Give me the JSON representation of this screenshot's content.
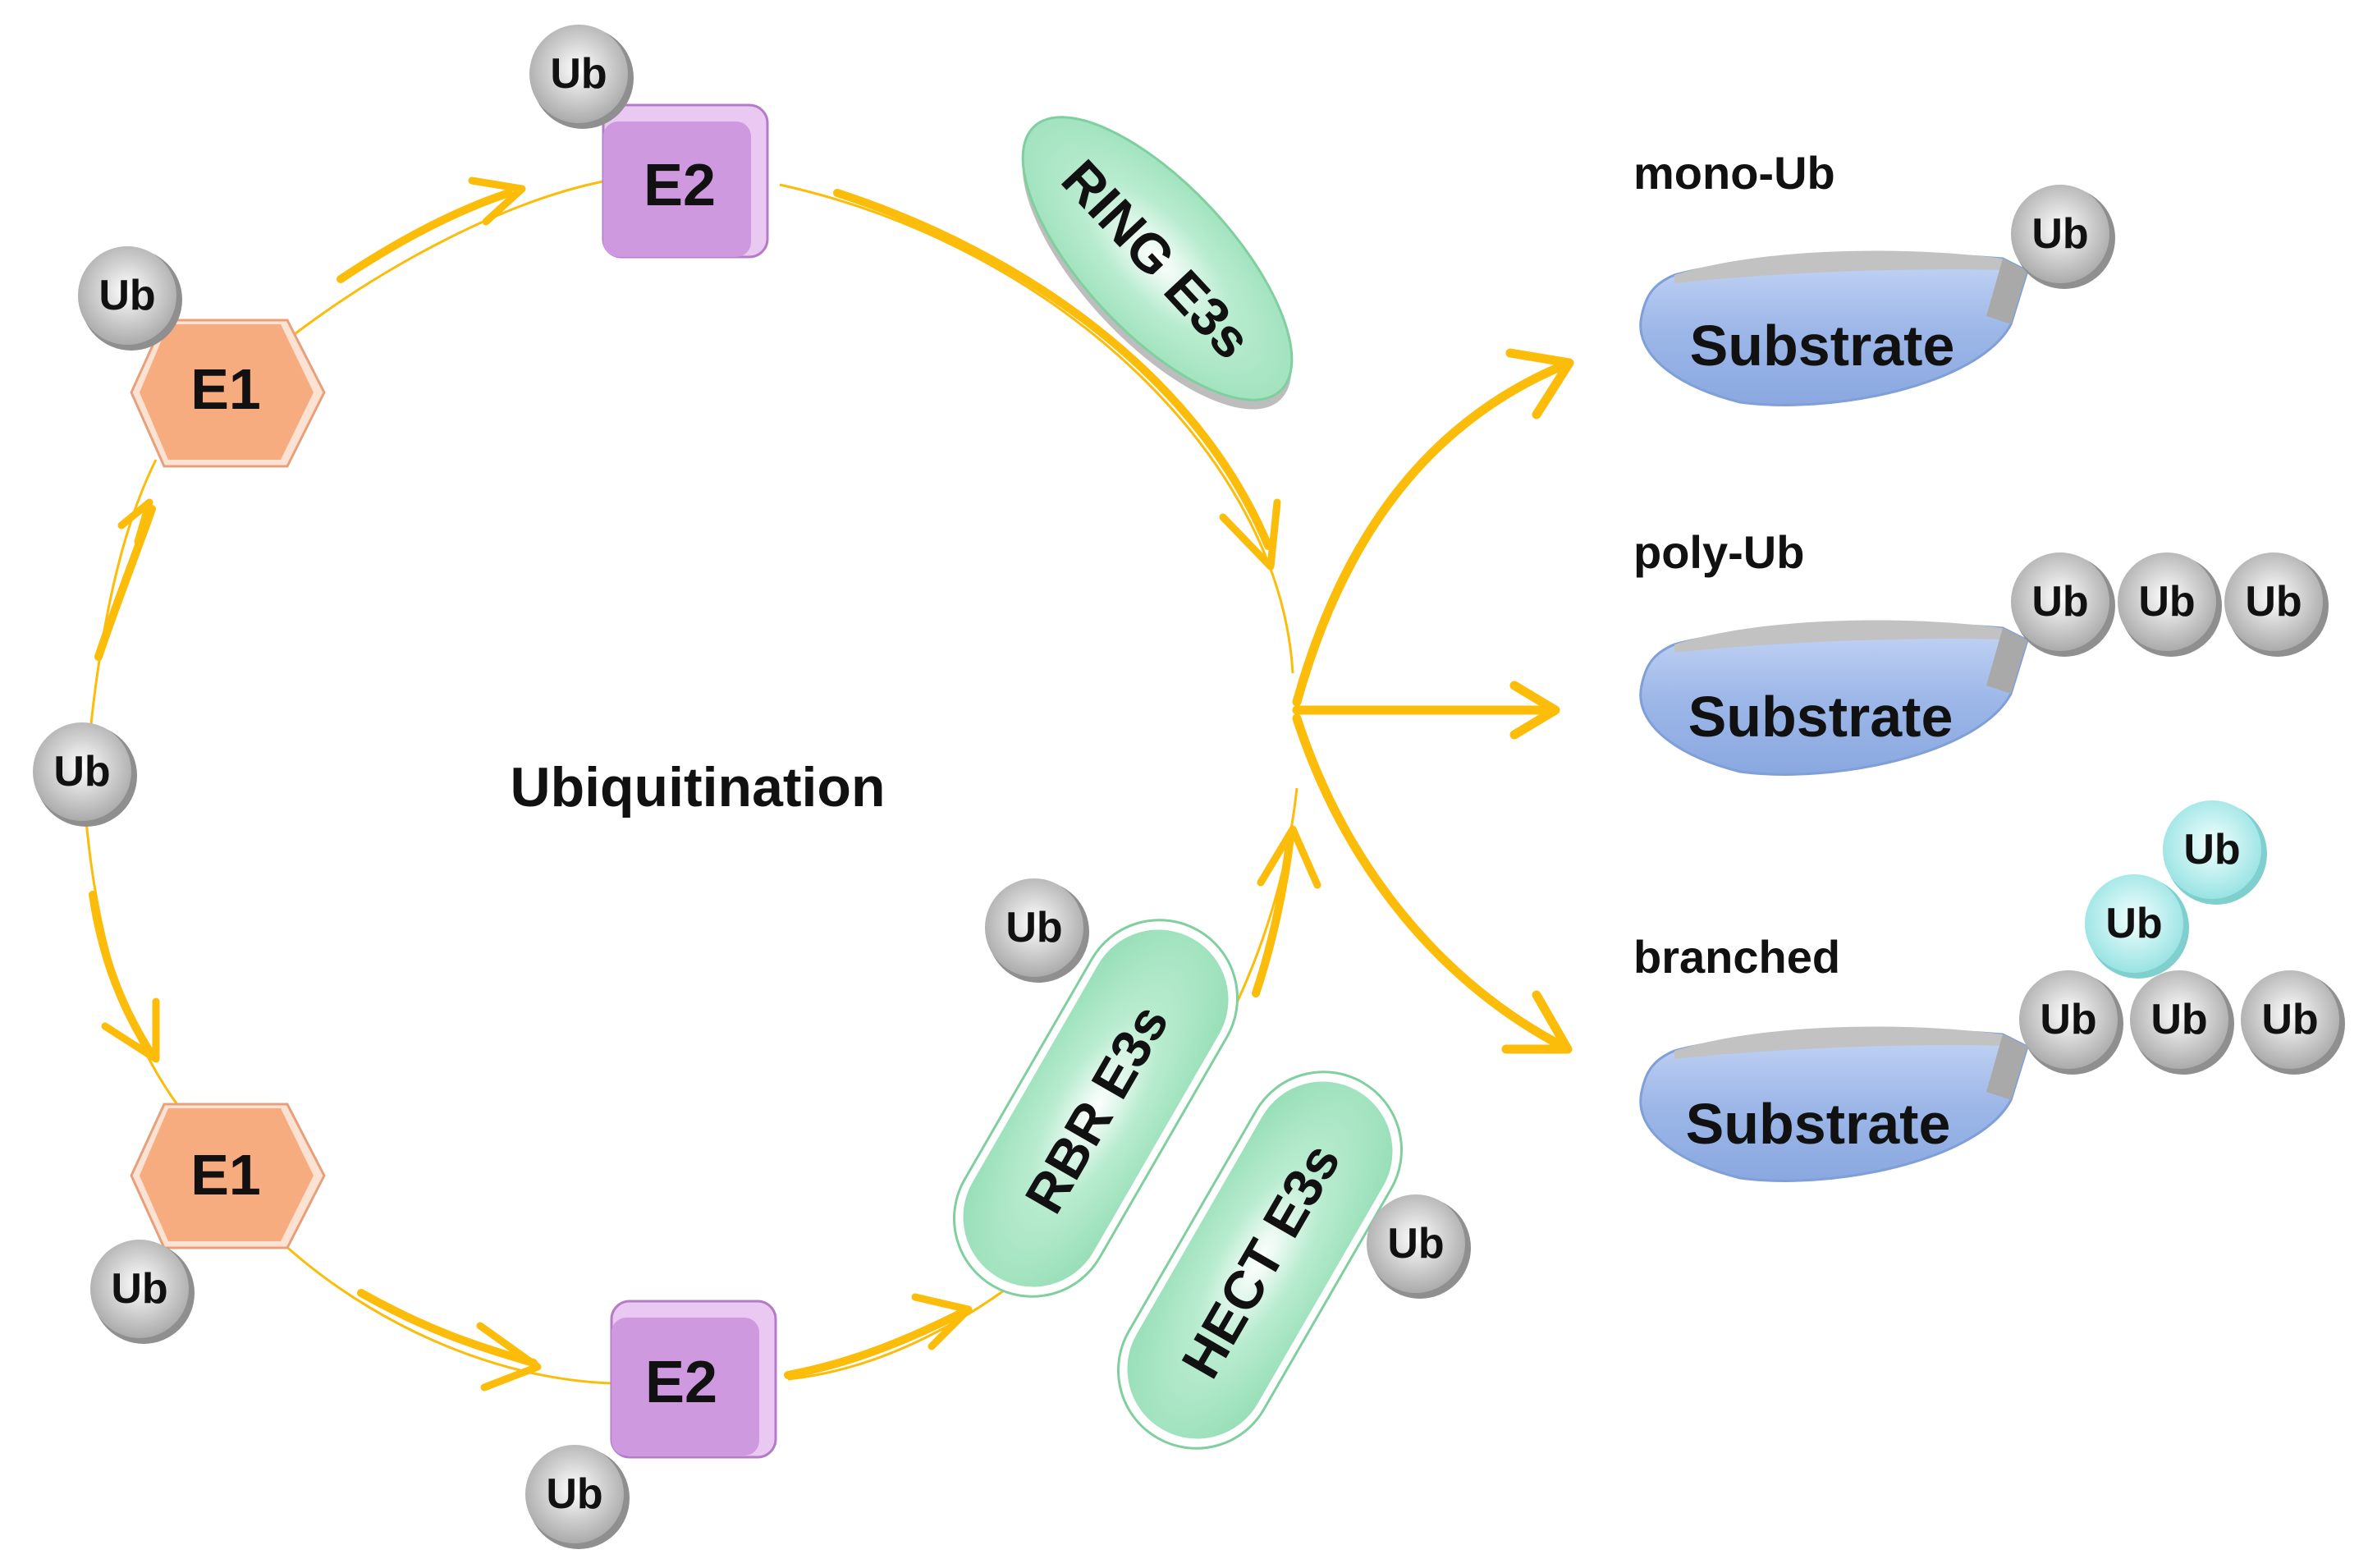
{
  "title": "Ubiquitination",
  "colors": {
    "arrow": "#FBBC0A",
    "e1_fill": "#F7AC80",
    "e2_fill": "#CF99E0",
    "e3_fill": "#A7E6C4",
    "ub_fill": "#B6B6B6",
    "ub_branch_fill": "#A5EAEA",
    "substrate_fill": "#9DB7E8"
  },
  "nodes": {
    "free_ub": "Ub",
    "e1_top": {
      "label": "E1",
      "ub": "Ub"
    },
    "e1_bottom": {
      "label": "E1",
      "ub": "Ub"
    },
    "e2_top": {
      "label": "E2",
      "ub": "Ub"
    },
    "e2_bottom": {
      "label": "E2",
      "ub": "Ub"
    },
    "ring_e3": {
      "label": "RING E3s"
    },
    "rbr_e3": {
      "label": "RBR E3s",
      "ub": "Ub"
    },
    "hect_e3": {
      "label": "HECT E3s",
      "ub": "Ub"
    }
  },
  "outcomes": [
    {
      "label": "mono-Ub",
      "substrate": "Substrate",
      "ub": [
        "Ub"
      ]
    },
    {
      "label": "poly-Ub",
      "substrate": "Substrate",
      "ub": [
        "Ub",
        "Ub",
        "Ub"
      ]
    },
    {
      "label": "branched",
      "substrate": "Substrate",
      "ub": [
        "Ub",
        "Ub",
        "Ub"
      ],
      "branch_ub": [
        "Ub",
        "Ub"
      ]
    }
  ]
}
